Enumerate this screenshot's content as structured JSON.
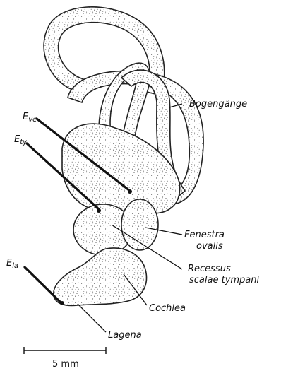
{
  "labels": {
    "bogengaenge": "Bogengänge",
    "e_ve_main": "E",
    "e_ve_sub": "ve",
    "e_ty_main": "E",
    "e_ty_sub": "ty",
    "e_la_main": "E",
    "e_la_sub": "la",
    "fenestra_line1": "Fenestra",
    "fenestra_line2": "ovalis",
    "recessus_line1": "Recessus",
    "recessus_line2": "scalae tympani",
    "cochlea": "Cochlea",
    "lagena": "Lagena"
  },
  "scale_bar": {
    "label": "5 mm"
  },
  "colors": {
    "ink": "#111111",
    "paper": "#ffffff",
    "stipple": "#444444"
  }
}
